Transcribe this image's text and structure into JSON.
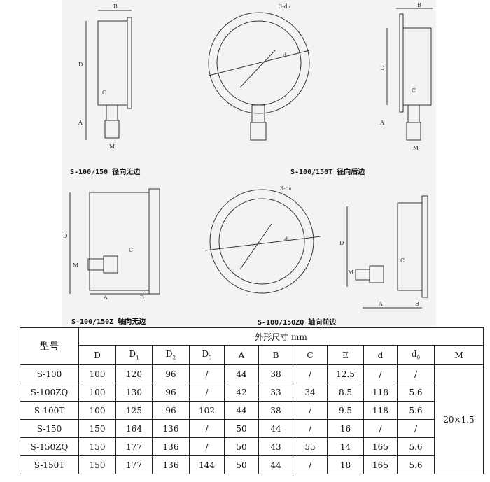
{
  "captions": [
    "S-100/150 径向无边",
    "S-100/150T 径向后边",
    "S-100/150Z 轴向无边",
    "S-100/150ZQ 轴向前边"
  ],
  "drawing_labels": {
    "B": "B",
    "D": "D",
    "C": "C",
    "A": "A",
    "M": "M",
    "d": "d",
    "d0": "3-d₀"
  },
  "table": {
    "model_header": "型号",
    "group_header": "外形尺寸 mm",
    "columns": [
      "D",
      "D1",
      "D2",
      "D3",
      "A",
      "B",
      "C",
      "E",
      "d",
      "d0",
      "M"
    ],
    "rows": [
      [
        "S-100",
        "100",
        "120",
        "96",
        "/",
        "44",
        "38",
        "/",
        "12.5",
        "/",
        "/"
      ],
      [
        "S-100ZQ",
        "100",
        "130",
        "96",
        "/",
        "42",
        "33",
        "34",
        "8.5",
        "118",
        "5.6"
      ],
      [
        "S-100T",
        "100",
        "125",
        "96",
        "102",
        "44",
        "38",
        "/",
        "9.5",
        "118",
        "5.6"
      ],
      [
        "S-150",
        "150",
        "164",
        "136",
        "/",
        "50",
        "44",
        "/",
        "16",
        "/",
        "/"
      ],
      [
        "S-150ZQ",
        "150",
        "177",
        "136",
        "/",
        "50",
        "43",
        "55",
        "14",
        "165",
        "5.6"
      ],
      [
        "S-150T",
        "150",
        "177",
        "136",
        "144",
        "50",
        "44",
        "/",
        "18",
        "165",
        "5.6"
      ]
    ],
    "M_value": "20×1.5"
  }
}
